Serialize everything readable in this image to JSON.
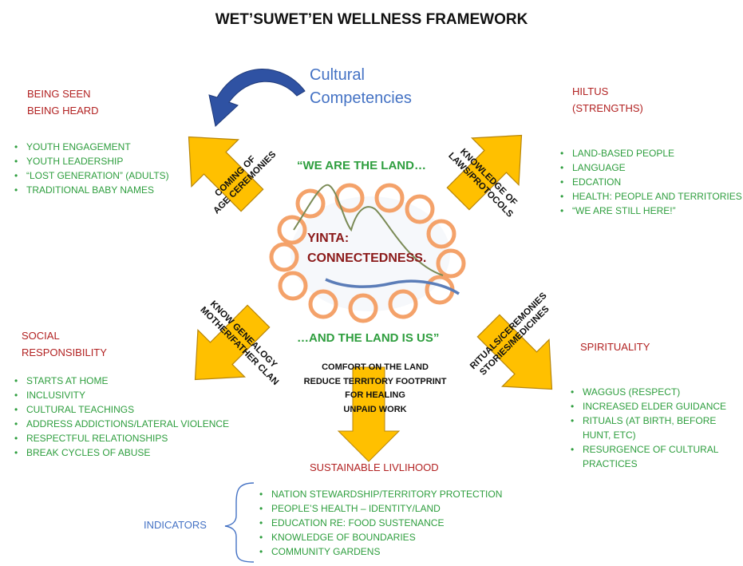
{
  "title": "WET’SUWET’EN WELLNESS FRAMEWORK",
  "cultural_competencies": [
    "Cultural",
    "Competencies"
  ],
  "being_seen": {
    "heading": [
      "BEING SEEN",
      "BEING HEARD"
    ],
    "items": [
      "YOUTH ENGAGEMENT",
      "YOUTH LEADERSHIP",
      "“LOST GENERATION” (ADULTS)",
      "TRADITIONAL BABY NAMES"
    ]
  },
  "hiltus": {
    "heading": [
      "HILTUS",
      "(STRENGTHS)"
    ],
    "items": [
      "LAND-BASED PEOPLE",
      "LANGUAGE",
      "EDCATION",
      "HEALTH: PEOPLE AND TERRITORIES",
      "“WE ARE STILL HERE!”"
    ]
  },
  "social": {
    "heading": [
      "SOCIAL",
      "RESPONSIBILITY"
    ],
    "items": [
      "STARTS AT HOME",
      "INCLUSIVITY",
      "CULTURAL TEACHINGS",
      "ADDRESS ADDICTIONS/LATERAL VIOLENCE",
      "RESPECTFUL RELATIONSHIPS",
      "BREAK CYCLES OF ABUSE"
    ]
  },
  "spirituality": {
    "heading": "SPIRITUALITY",
    "items": [
      "WAGGUS (RESPECT)",
      "INCREASED ELDER GUIDANCE",
      "RITUALS  (AT BIRTH, BEFORE HUNT, ETC)",
      "RESURGENCE OF CULTURAL PRACTICES"
    ]
  },
  "center": {
    "top_slogan": "“WE ARE THE LAND…",
    "bottom_slogan": "…AND THE LAND IS US”",
    "yinta": [
      "YINTA:",
      "CONNECTEDNESS."
    ],
    "bottom_items": [
      "COMFORT ON THE LAND",
      "REDUCE TERRITORY FOOTPRINT",
      "FOR HEALING",
      "UNPAID WORK"
    ]
  },
  "arrows": {
    "top_left": [
      "COMING OF",
      "AGE CEREMONIES"
    ],
    "top_right": [
      "KNOWLEDGE OF",
      "LAWS/PROTOCOLS"
    ],
    "bottom_left": [
      "KNOW GENEALOGY",
      "MOTHER/FATHER CLAN"
    ],
    "bottom_right": [
      "RITUALS/CEREMONIES",
      "STORIES/MEDICINES"
    ]
  },
  "sustainable": {
    "heading": "SUSTAINABLE LIVLIHOOD",
    "indicators_label": "INDICATORS",
    "items": [
      "NATION STEWARDSHIP/TERRITORY PROTECTION",
      "PEOPLE’S HEALTH – IDENTITY/LAND",
      "EDUCATION RE: FOOD SUSTENANCE",
      "KNOWLEDGE OF BOUNDARIES",
      "COMMUNITY GARDENS"
    ]
  },
  "colors": {
    "arrow_fill": "#ffc000",
    "arrow_stroke": "#b8860b",
    "ring_stroke": "#f4a26a",
    "heading_red": "#b22222",
    "list_green": "#2e9e3e",
    "accent_blue": "#4472c4",
    "curve_blue": "#2f52a3"
  }
}
